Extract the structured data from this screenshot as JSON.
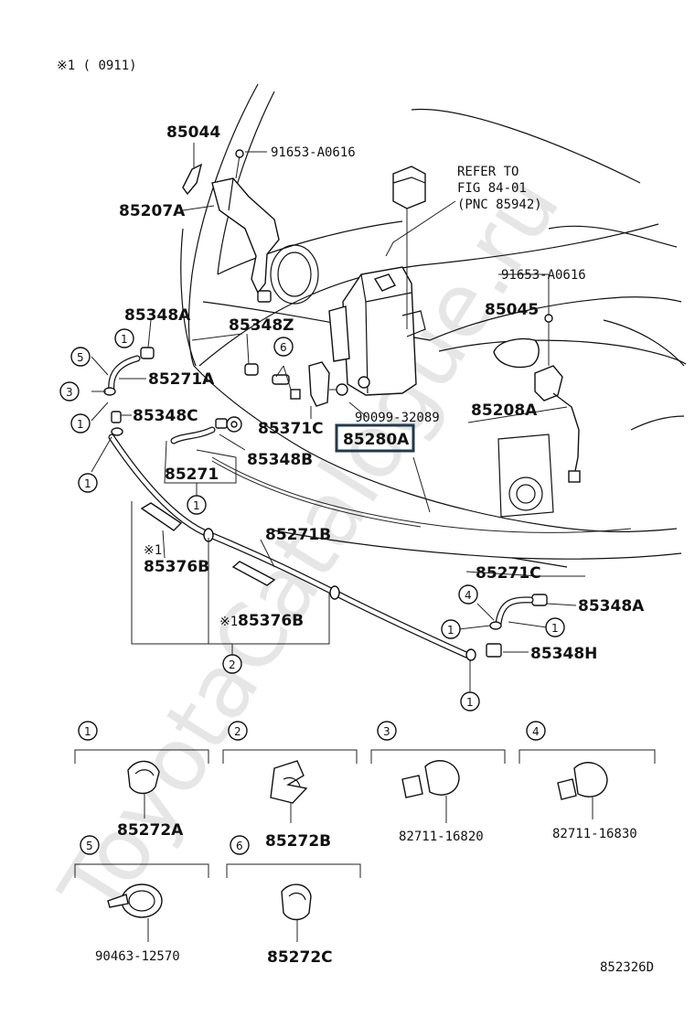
{
  "header_note": "※1 (      0911)",
  "diagram_code": "852326D",
  "watermark": "ToyotaCatalogue.ru",
  "refer_note": [
    "REFER TO",
    "FIG 84-01",
    "(PNC 85942)"
  ],
  "callouts": {
    "p85044": "85044",
    "p91653_top": "91653-A0616",
    "p85207A": "85207A",
    "p91653_right": "91653-A0616",
    "p85045": "85045",
    "p85348A_left": "85348A",
    "p85348Z": "85348Z",
    "p85271A": "85271A",
    "p85348C": "85348C",
    "p85371C": "85371C",
    "p90099": "90099-32089",
    "p85208A": "85208A",
    "p85280A": "85280A",
    "p85348B": "85348B",
    "p85271": "85271",
    "p85271B": "85271B",
    "p85376B_1": "85376B",
    "p85376B_2": "85376B",
    "p85271C": "85271C",
    "p85348A_right": "85348A",
    "p85348H": "85348H",
    "mark1_a": "※1",
    "mark1_b": "※1"
  },
  "legend": [
    {
      "num": "1",
      "part": "85272A"
    },
    {
      "num": "2",
      "part": "85272B"
    },
    {
      "num": "3",
      "part": "82711-16820"
    },
    {
      "num": "4",
      "part": "82711-16830"
    },
    {
      "num": "5",
      "part": "90463-12570"
    },
    {
      "num": "6",
      "part": "85272C"
    }
  ],
  "circle_refs": [
    "1",
    "2",
    "3",
    "4",
    "5",
    "6"
  ],
  "highlighted_part": "85280A",
  "highlight_color": "#1f3a4d"
}
